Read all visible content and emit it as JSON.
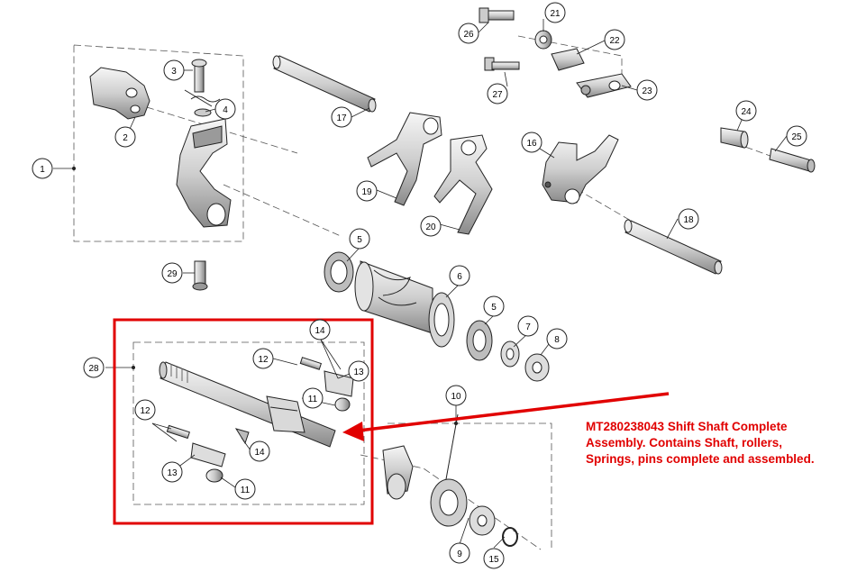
{
  "diagram": {
    "callouts": [
      {
        "id": "c1",
        "label": "1"
      },
      {
        "id": "c2",
        "label": "2"
      },
      {
        "id": "c3",
        "label": "3"
      },
      {
        "id": "c4",
        "label": "4"
      },
      {
        "id": "c5a",
        "label": "5"
      },
      {
        "id": "c5b",
        "label": "5"
      },
      {
        "id": "c6",
        "label": "6"
      },
      {
        "id": "c7",
        "label": "7"
      },
      {
        "id": "c8",
        "label": "8"
      },
      {
        "id": "c9",
        "label": "9"
      },
      {
        "id": "c10",
        "label": "10"
      },
      {
        "id": "c11a",
        "label": "11"
      },
      {
        "id": "c11b",
        "label": "11"
      },
      {
        "id": "c12a",
        "label": "12"
      },
      {
        "id": "c12b",
        "label": "12"
      },
      {
        "id": "c13a",
        "label": "13"
      },
      {
        "id": "c13b",
        "label": "13"
      },
      {
        "id": "c14a",
        "label": "14"
      },
      {
        "id": "c14b",
        "label": "14"
      },
      {
        "id": "c15",
        "label": "15"
      },
      {
        "id": "c16",
        "label": "16"
      },
      {
        "id": "c17",
        "label": "17"
      },
      {
        "id": "c18",
        "label": "18"
      },
      {
        "id": "c19",
        "label": "19"
      },
      {
        "id": "c20",
        "label": "20"
      },
      {
        "id": "c21",
        "label": "21"
      },
      {
        "id": "c22",
        "label": "22"
      },
      {
        "id": "c23",
        "label": "23"
      },
      {
        "id": "c24",
        "label": "24"
      },
      {
        "id": "c25",
        "label": "25"
      },
      {
        "id": "c26",
        "label": "26"
      },
      {
        "id": "c27",
        "label": "27"
      },
      {
        "id": "c28",
        "label": "28"
      },
      {
        "id": "c29",
        "label": "29"
      }
    ],
    "annotation": {
      "lines": [
        "MT280238043 Shift Shaft Complete",
        "Assembly. Contains Shaft, rollers,",
        "Springs, pins complete and assembled."
      ]
    },
    "colors": {
      "highlight": "#e10000",
      "line": "#222222",
      "part_fill": "#e8e8e8"
    }
  }
}
